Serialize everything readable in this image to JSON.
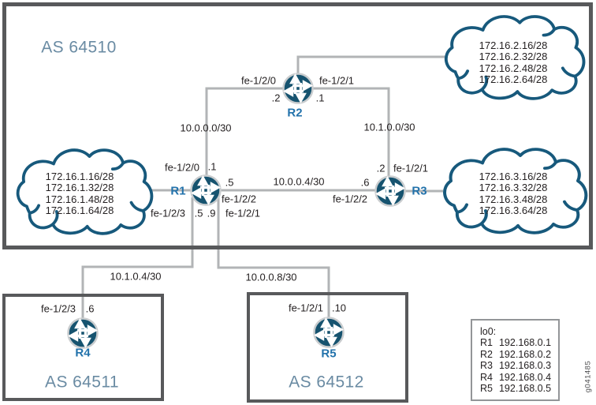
{
  "colors": {
    "router_fill": "#16536f",
    "cloud_stroke": "#17597c",
    "link_line": "#b2b4b6",
    "box_border": "#58595b",
    "router_label_blue": "#2272ab",
    "as_label_blue": "#6a8ba3",
    "text": "#231f20"
  },
  "as64510": {
    "label": "AS 64510",
    "routers": {
      "r1": "R1",
      "r2": "R2",
      "r3": "R3"
    }
  },
  "as64511": {
    "label": "AS 64511",
    "router": "R4"
  },
  "as64512": {
    "label": "AS 64512",
    "router": "R5"
  },
  "clouds": {
    "r1": [
      "172.16.1.16/28",
      "172.16.1.32/28",
      "172.16.1.48/28",
      "172.16.1.64/28"
    ],
    "r2": [
      "172.16.2.16/28",
      "172.16.2.32/28",
      "172.16.2.48/28",
      "172.16.2.64/28"
    ],
    "r3": [
      "172.16.3.16/28",
      "172.16.3.32/28",
      "172.16.3.48/28",
      "172.16.3.64/28"
    ]
  },
  "links": {
    "r1_r2": {
      "subnet": "10.0.0.0/30",
      "r2_if": "fe-1/2/0",
      "r2_addr": ".2",
      "r1_if": "fe-1/2/0",
      "r1_addr": ".1"
    },
    "r2_r3": {
      "subnet": "10.1.0.0/30",
      "r2_if": "fe-1/2/1",
      "r2_addr": ".1",
      "r3_if": "fe-1/2/1",
      "r3_addr": ".2"
    },
    "r1_r3": {
      "subnet": "10.0.0.4/30",
      "r1_if": "fe-1/2/2",
      "r1_addr": ".5",
      "r3_if": "fe-1/2/2",
      "r3_addr": ".6"
    },
    "r1_r4": {
      "subnet": "10.1.0.4/30",
      "r1_if": "fe-1/2/3",
      "r1_addr": ".5",
      "r4_if": "fe-1/2/3",
      "r4_addr": ".6"
    },
    "r1_r5": {
      "subnet": "10.0.0.8/30",
      "r1_if": "fe-1/2/1",
      "r1_addr": ".9",
      "r5_if": "fe-1/2/1",
      "r5_addr": ".10"
    }
  },
  "legend": {
    "title": "lo0:",
    "entries": [
      {
        "router": "R1",
        "address": "192.168.0.1"
      },
      {
        "router": "R2",
        "address": "192.168.0.2"
      },
      {
        "router": "R3",
        "address": "192.168.0.3"
      },
      {
        "router": "R4",
        "address": "192.168.0.4"
      },
      {
        "router": "R5",
        "address": "192.168.0.5"
      }
    ]
  },
  "figure_id": "g041485"
}
